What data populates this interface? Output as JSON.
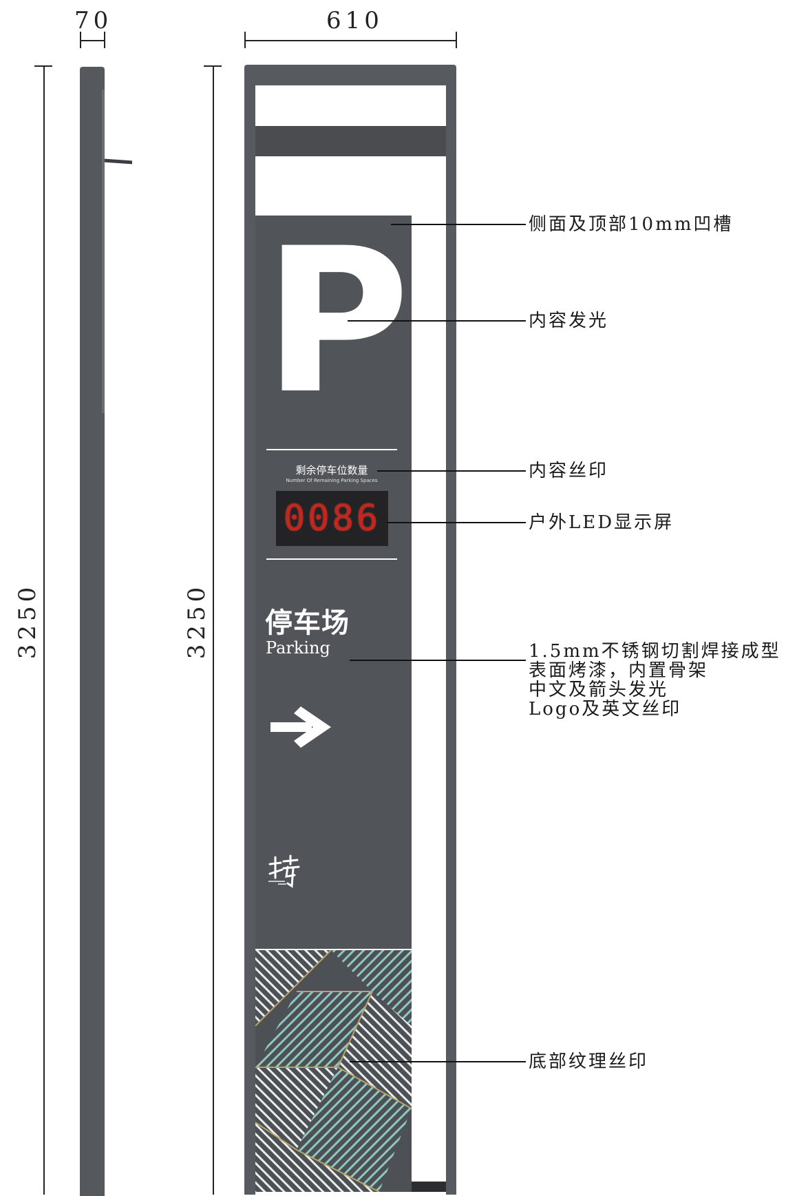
{
  "dimensions": {
    "side_width": "70",
    "front_width": "610",
    "side_height": "3250",
    "front_height": "3250"
  },
  "sign": {
    "big_letter": "P",
    "counter_title": "剩余停车位数量",
    "counter_subtitle": "Number Of Remaining Parking Spaces",
    "led_value": "0086",
    "parking_cn": "停车场",
    "parking_en": "Parking",
    "arrow_icon": "arrow-right-icon",
    "logo_icon": "brand-logo-icon"
  },
  "callouts": [
    {
      "lines": [
        "侧面及顶部10mm凹槽"
      ]
    },
    {
      "lines": [
        "内容发光"
      ]
    },
    {
      "lines": [
        "内容丝印"
      ]
    },
    {
      "lines": [
        "户外LED显示屏"
      ]
    },
    {
      "lines": [
        "1.5mm不锈钢切割焊接成型",
        "表面烤漆，内置骨架",
        "中文及箭头发光",
        "Logo及英文丝印"
      ]
    },
    {
      "lines": [
        "底部纹理丝印"
      ]
    }
  ],
  "colors": {
    "frame": "#575a5e",
    "panel": "#515458",
    "led_text": "#c2261f",
    "pattern_teal": "#7fbfb8",
    "pattern_gold": "#b9a46a"
  }
}
